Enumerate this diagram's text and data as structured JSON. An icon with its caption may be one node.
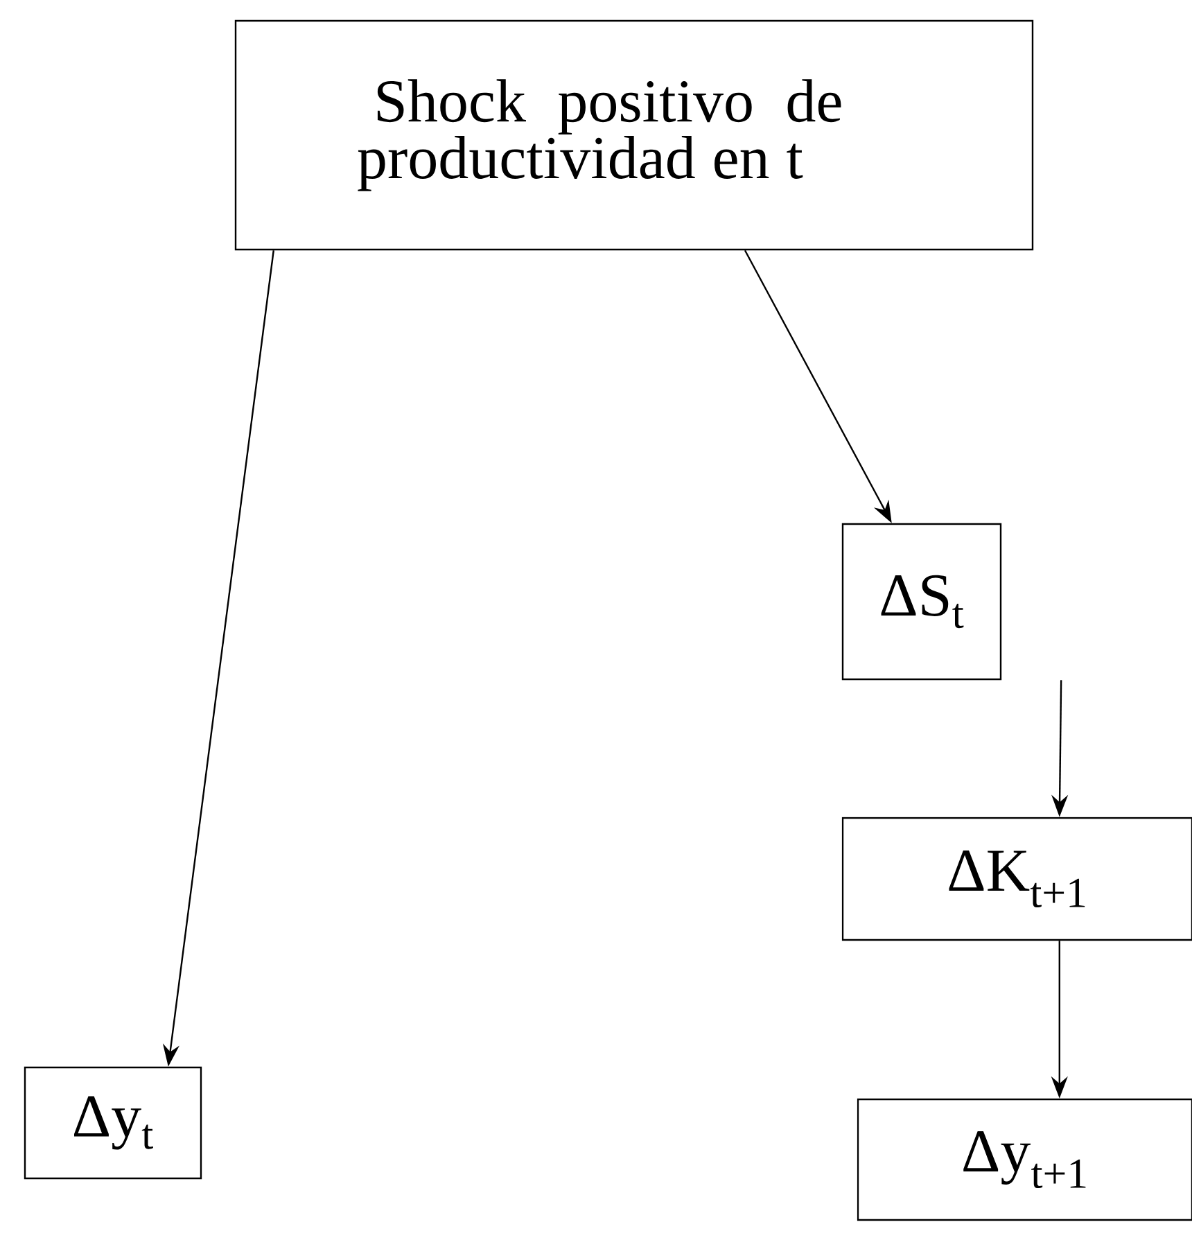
{
  "diagram": {
    "nodes": [
      {
        "text": [
          "Shock positivo de productividad en t"
        ]
      },
      {
        "text": [
          "ΔS$_{t}$"
        ]
      },
      {
        "text": [
          "ΔK$_{t+1}$"
        ]
      },
      {
        "text": [
          "Δy$_{t}$"
        ]
      },
      {
        "text": [
          "Δy$_{t+1}$"
        ]
      }
    ],
    "edges": [
      {
        "from": 0,
        "to": 3,
        "arrow": "to"
      },
      {
        "from": 0,
        "to": 1,
        "arrow": "to"
      },
      {
        "from": 1,
        "to": 2,
        "arrow": "to"
      },
      {
        "from": 2,
        "to": 4,
        "arrow": "to"
      }
    ]
  }
}
